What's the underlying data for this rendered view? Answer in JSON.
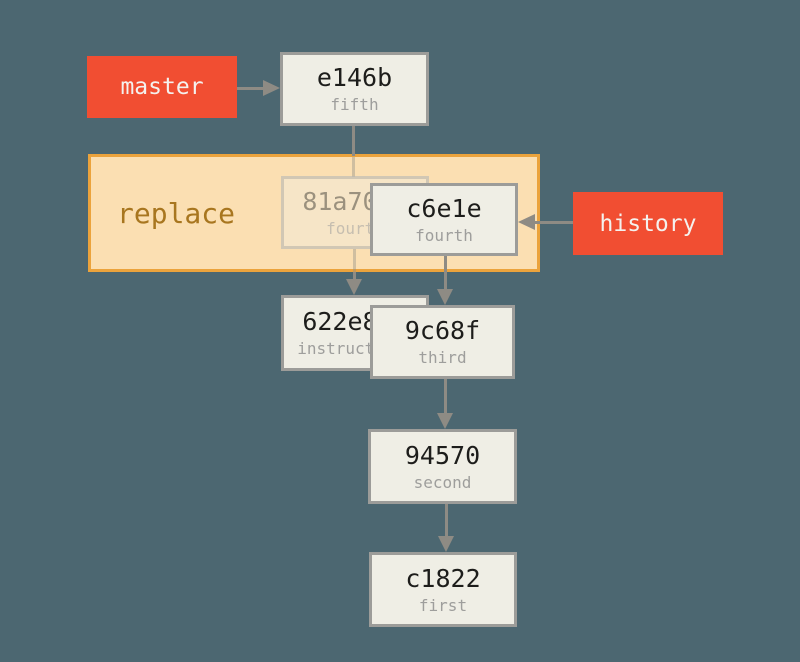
{
  "diagram": {
    "kind": "git-commit-graph-with-replace",
    "replace_region_label": "replace",
    "branches": {
      "master": "master",
      "history": "history"
    },
    "commits": {
      "fifth": {
        "hash": "e146b",
        "message": "fifth"
      },
      "replaced": {
        "hash": "81a708d",
        "message": "fourth"
      },
      "fourth": {
        "hash": "c6e1e",
        "message": "fourth"
      },
      "base": {
        "hash": "622e88e",
        "message": "instructions"
      },
      "third": {
        "hash": "9c68f",
        "message": "third"
      },
      "second": {
        "hash": "94570",
        "message": "second"
      },
      "first": {
        "hash": "c1822",
        "message": "first"
      }
    },
    "edges": [
      "master -> e146b",
      "history -> c6e1e",
      "e146b -> 81a708d (faded, inside replace box)",
      "81a708d -> 622e88e",
      "c6e1e -> 9c68f",
      "9c68f -> 94570",
      "94570 -> c1822"
    ],
    "colors": {
      "background": "#4C6771",
      "branch_box": "#F14E32",
      "branch_text": "#F4F1EE",
      "commit_fill": "#EFEEE5",
      "commit_border": "#9C9C99",
      "hash_text": "#1D1D1B",
      "message_text": "#9E9E9C",
      "arrow": "#8E8B84",
      "replace_fill": "#FBDFB2",
      "replace_border": "#EBA33C",
      "replace_text": "#A8761F"
    }
  }
}
